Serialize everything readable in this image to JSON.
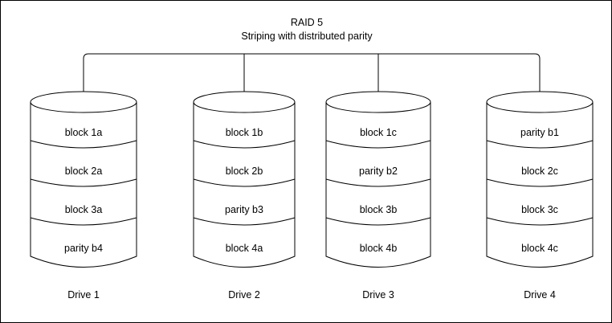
{
  "diagram": {
    "title": "RAID 5",
    "subtitle": "Striping with distributed parity",
    "colors": {
      "stroke": "#000000",
      "background": "#ffffff",
      "text": "#000000"
    },
    "drives": [
      {
        "label": "Drive 1",
        "blocks": [
          "block 1a",
          "block 2a",
          "block 3a",
          "parity b4"
        ]
      },
      {
        "label": "Drive 2",
        "blocks": [
          "block 1b",
          "block 2b",
          "parity b3",
          "block 4a"
        ]
      },
      {
        "label": "Drive 3",
        "blocks": [
          "block 1c",
          "parity b2",
          "block 3b",
          "block 4b"
        ]
      },
      {
        "label": "Drive 4",
        "blocks": [
          "parity b1",
          "block 2c",
          "block 3c",
          "block 4c"
        ]
      }
    ]
  }
}
